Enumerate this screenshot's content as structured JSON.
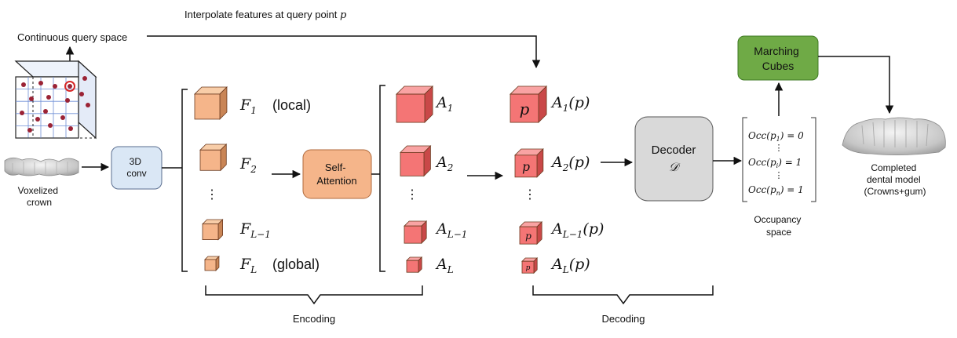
{
  "title_annotation": {
    "prefix": "Interpolate features at query point ",
    "var": "p"
  },
  "query_space_label": "Continuous query space",
  "voxelized_label": [
    "Voxelized",
    "crown"
  ],
  "conv_box": [
    "3D",
    "conv"
  ],
  "feature_labels": [
    {
      "sym": "F",
      "sub": "1",
      "note": "(local)"
    },
    {
      "sym": "F",
      "sub": "2",
      "note": ""
    },
    {
      "sym": "F",
      "sub": "L−1",
      "note": ""
    },
    {
      "sym": "F",
      "sub": "L",
      "note": "(global)"
    }
  ],
  "attention_box": [
    "Self-",
    "Attention"
  ],
  "attention_labels": [
    {
      "sym": "A",
      "sub": "1"
    },
    {
      "sym": "A",
      "sub": "2"
    },
    {
      "sym": "A",
      "sub": "L−1"
    },
    {
      "sym": "A",
      "sub": "L"
    }
  ],
  "query_labels": [
    {
      "sym": "A",
      "sub": "1",
      "arg": "(p)"
    },
    {
      "sym": "A",
      "sub": "2",
      "arg": "(p)"
    },
    {
      "sym": "A",
      "sub": "L−1",
      "arg": "(p)"
    },
    {
      "sym": "A",
      "sub": "L",
      "arg": "(p)"
    }
  ],
  "cube_p_label": "p",
  "vdots": "⋮",
  "decoder_box": {
    "title": "Decoder",
    "symbol": "𝒟"
  },
  "marching_box": [
    "Marching",
    "Cubes"
  ],
  "occupancy": {
    "rows": [
      {
        "prefix": "Occ(p",
        "sub": "1",
        "suffix": ") = 0"
      },
      {
        "prefix": "Occ(p",
        "sub": "i",
        "suffix": ") = 1"
      },
      {
        "prefix": "Occ(p",
        "sub": "n",
        "suffix": ") = 1"
      }
    ],
    "label": [
      "Occupancy",
      "space"
    ]
  },
  "completed_label": [
    "Completed",
    "dental model",
    "(Crowns+gum)"
  ],
  "encoding_label": "Encoding",
  "decoding_label": "Decoding",
  "colors": {
    "feature_front": "#f5b58a",
    "feature_top": "#f8cda8",
    "feature_side": "#c98556",
    "attn_front": "#f47575",
    "attn_top": "#f9a3a3",
    "attn_side": "#c94848",
    "conv_fill": "#dae7f5",
    "attention_fill": "#f5b58a",
    "decoder_fill": "#d9d9d9",
    "marching_fill": "#6faa46",
    "voxel_dot": "#9b2335",
    "grid_line": "#6f8fd6"
  }
}
